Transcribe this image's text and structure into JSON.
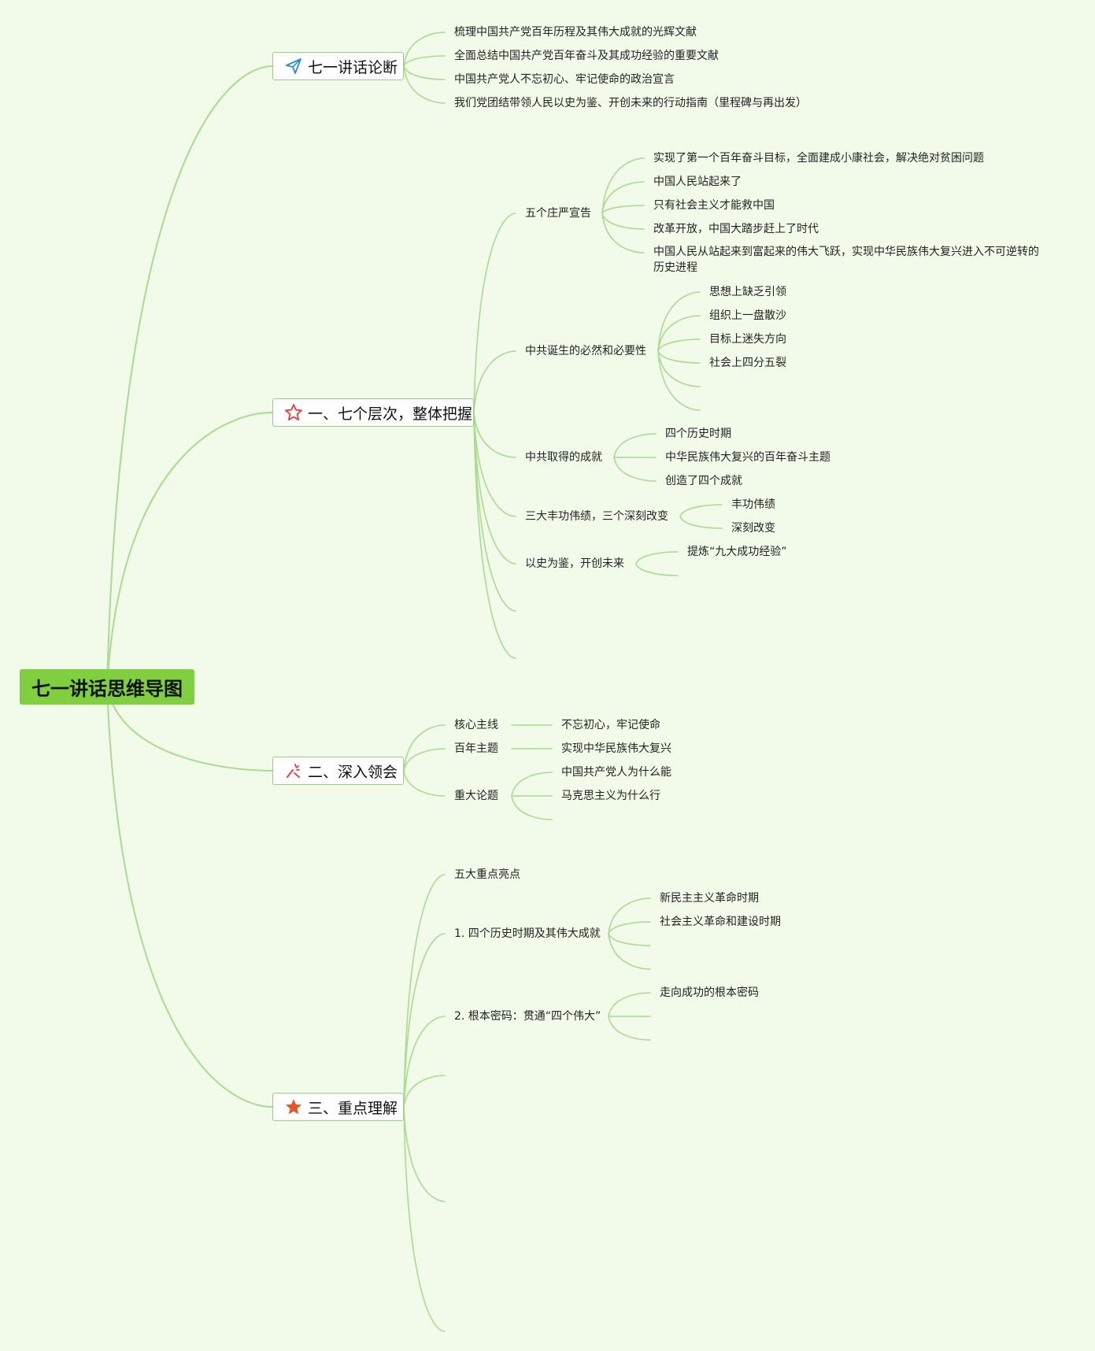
{
  "root": "七一讲话思维导图",
  "branch0": {
    "label": "七一讲话论断",
    "icon": "paper-plane-icon",
    "items": [
      "梳理中国共产党百年历程及其伟大成就的光辉文献",
      "全面总结中国共产党百年奋斗及其成功经验的重要文献",
      "中国共产党人不忘初心、牢记使命的政治宣言",
      "我们党团结带领人民以史为鉴、开创未来的行动指南（里程碑与再出发）"
    ]
  },
  "branch1": {
    "label": "一、七个层次，整体把握",
    "icon": "star-outline-icon",
    "sub0": {
      "label": "五个庄严宣告",
      "items": [
        "实现了第一个百年奋斗目标，全面建成小康社会，解决绝对贫困问题",
        "中国人民站起来了",
        "只有社会主义才能救中国",
        "改革开放，中国大踏步赶上了时代",
        "中国人民从站起来到富起来的伟大飞跃，实现中华民族伟大复兴进入不可逆转的历史进程"
      ]
    },
    "sub1": {
      "label": "中共诞生的必然和必要性",
      "items": [
        "思想上缺乏引领",
        "组织上一盘散沙",
        "目标上迷失方向",
        "社会上四分五裂"
      ]
    },
    "sub2": {
      "label": "中共取得的成就",
      "items": [
        "四个历史时期",
        "中华民族伟大复兴的百年奋斗主题",
        "创造了四个成就"
      ]
    },
    "sub3": {
      "label": "三大丰功伟绩，三个深刻改变",
      "items": [
        "丰功伟绩",
        "深刻改变"
      ]
    },
    "sub4": {
      "label": "以史为鉴，开创未来",
      "items": [
        "提炼“九大成功经验”"
      ]
    }
  },
  "branch2": {
    "label": "二、深入领会",
    "icon": "sparkle-icon",
    "sub0": {
      "label": "核心主线",
      "items": [
        "不忘初心，牢记使命"
      ]
    },
    "sub1": {
      "label": "百年主题",
      "items": [
        "实现中华民族伟大复兴"
      ]
    },
    "sub2": {
      "label": "重大论题",
      "items": [
        "中国共产党人为什么能",
        "马克思主义为什么行"
      ]
    }
  },
  "branch3": {
    "label": "三、重点理解",
    "icon": "star-filled-icon",
    "sub0": {
      "label": "五大重点亮点"
    },
    "sub1": {
      "label": "1. 四个历史时期及其伟大成就",
      "items": [
        "新民主主义革命时期",
        "社会主义革命和建设时期"
      ]
    },
    "sub2": {
      "label": "2. 根本密码：贯通“四个伟大”",
      "items": [
        "走向成功的根本密码"
      ]
    }
  },
  "colors": {
    "background": "#f2fae9",
    "root": "#7fcf3f",
    "line": "#a8dc8e",
    "topic_border": "#98cf82"
  }
}
